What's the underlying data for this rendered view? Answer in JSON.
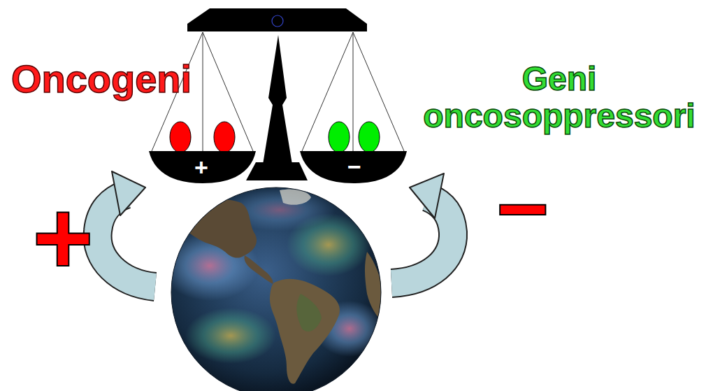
{
  "diagram": {
    "labels": [
      "Oncogeni",
      "Geni oncosoppressori",
      "+",
      "−",
      "+",
      "−"
    ]
  }
}
